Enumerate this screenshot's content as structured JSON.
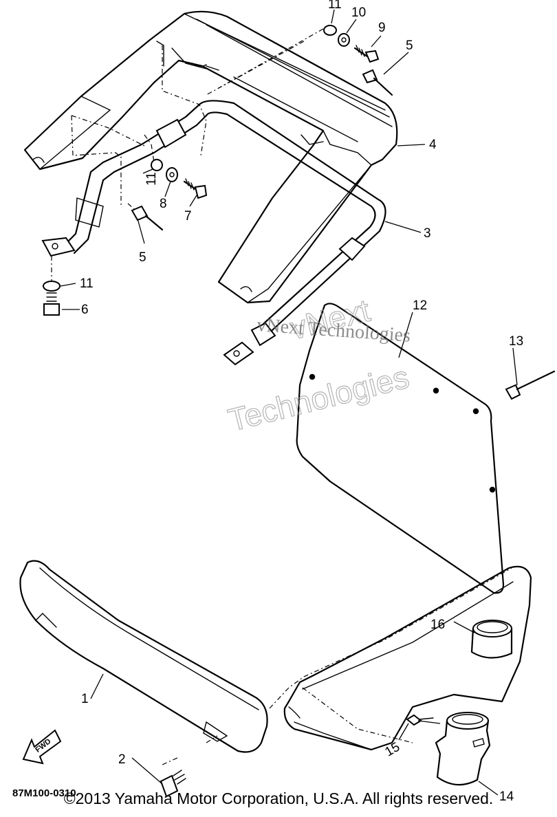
{
  "callouts": [
    {
      "id": "c1",
      "text": "1"
    },
    {
      "id": "c2",
      "text": "2"
    },
    {
      "id": "c3",
      "text": "3"
    },
    {
      "id": "c4",
      "text": "4"
    },
    {
      "id": "c5a",
      "text": "5"
    },
    {
      "id": "c5b",
      "text": "5"
    },
    {
      "id": "c6",
      "text": "6"
    },
    {
      "id": "c7",
      "text": "7"
    },
    {
      "id": "c8",
      "text": "8"
    },
    {
      "id": "c9",
      "text": "9"
    },
    {
      "id": "c10",
      "text": "10"
    },
    {
      "id": "c11a",
      "text": "11"
    },
    {
      "id": "c11b",
      "text": "11"
    },
    {
      "id": "c11c",
      "text": "11"
    },
    {
      "id": "c12",
      "text": "12"
    },
    {
      "id": "c13",
      "text": "13"
    },
    {
      "id": "c14",
      "text": "14"
    },
    {
      "id": "c15",
      "text": "15"
    },
    {
      "id": "c16",
      "text": "16"
    }
  ],
  "diagram_code": "87M100-0310",
  "forward_label": "FWD",
  "watermark": {
    "line1": "vNext Technologies",
    "line2": "vNext",
    "line3": "Technologies"
  },
  "copyright": "©2013 Yamaha Motor Corporation, U.S.A. All rights reserved."
}
